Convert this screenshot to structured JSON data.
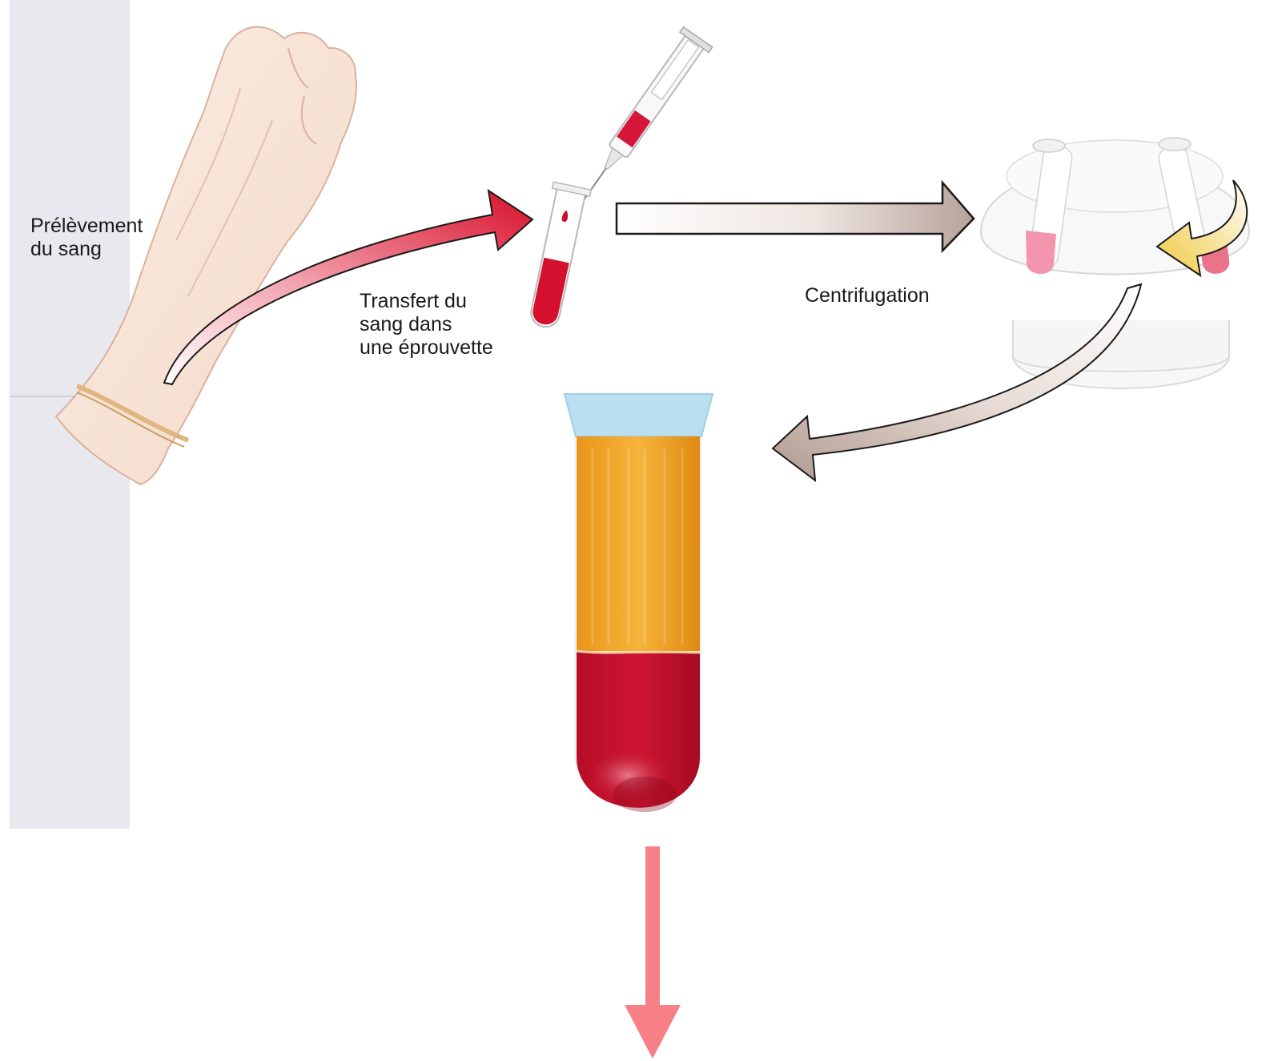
{
  "labels": {
    "collect": [
      "Prélèvement",
      "du sang"
    ],
    "transfer": [
      "Transfert du",
      "sang dans",
      "une éprouvette"
    ],
    "centrifugation": "Centrifugation"
  },
  "colors": {
    "blood": "#c8102e",
    "plasma": "#f2a51e",
    "tube_cap": "#b9dff0",
    "pointer_arrow": "#f77f86",
    "transfer_arrow": "#d8102a",
    "flow_arrow": "#b7a39a",
    "rotation_arrow": "#f0c840"
  },
  "icons": [
    "arm-illustration",
    "syringe-illustration",
    "test-tube-illustration",
    "centrifuge-illustration",
    "separated-blood-tube"
  ]
}
